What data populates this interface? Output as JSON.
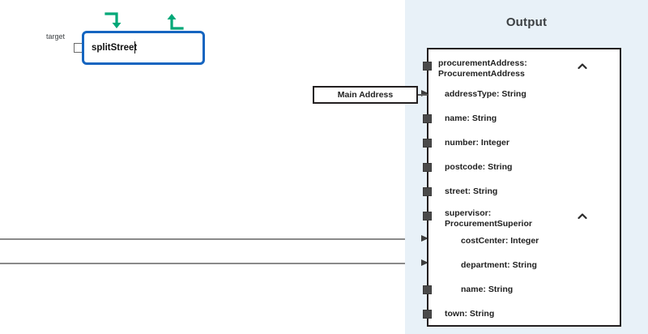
{
  "panel": {
    "title": "Output",
    "background_color": "#e8f1f8"
  },
  "editor_node": {
    "target_label": "target",
    "value": "splitStreet",
    "border_color": "#1565c0",
    "toolbar_icons": [
      {
        "name": "hook-arrow-down-icon",
        "color": "#00a878"
      },
      {
        "name": "hook-arrow-up-icon",
        "color": "#00a878"
      }
    ]
  },
  "chip": {
    "label": "Main Address"
  },
  "tree": {
    "root": {
      "label": "procurementAddress:\nProcurementAddress",
      "collapse_icon": "chevron-up-icon",
      "port": "square"
    },
    "fields": [
      {
        "label": "addressType: String",
        "level": 1,
        "port": "arrow"
      },
      {
        "label": "name: String",
        "level": 1,
        "port": "square"
      },
      {
        "label": "number: Integer",
        "level": 1,
        "port": "square"
      },
      {
        "label": "postcode: String",
        "level": 1,
        "port": "square"
      },
      {
        "label": "street: String",
        "level": 1,
        "port": "square"
      },
      {
        "label": "supervisor:\nProcurementSuperior",
        "level": 1,
        "port": "square",
        "collapse_icon": "chevron-up-icon"
      },
      {
        "label": "costCenter: Integer",
        "level": 2,
        "port": "arrow"
      },
      {
        "label": "department: String",
        "level": 2,
        "port": "arrow"
      },
      {
        "label": "name: String",
        "level": 2,
        "port": "square"
      },
      {
        "label": "town: String",
        "level": 1,
        "port": "square"
      }
    ]
  },
  "colors": {
    "node_border": "#231f20",
    "port_fill": "#4a4a4a",
    "edge": "#8a8a8a",
    "title_text": "#3c4043"
  }
}
